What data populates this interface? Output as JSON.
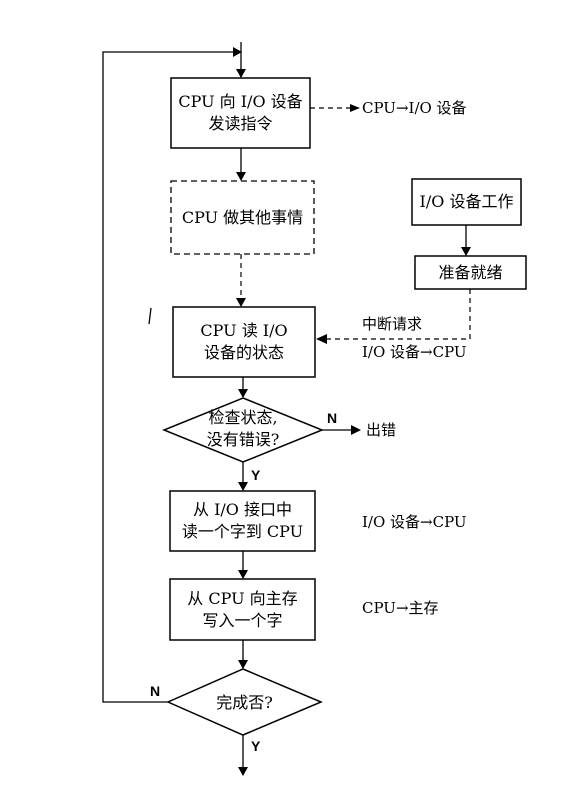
{
  "nodes": {
    "send_read": [
      "CPU 向 I/O 设备",
      "发读指令"
    ],
    "cpu_other": [
      "CPU 做其他事情"
    ],
    "read_status": [
      "CPU 读 I/O",
      "设备的状态"
    ],
    "check_status": [
      "检查状态,",
      "没有错误?"
    ],
    "read_word": [
      "从 I/O 接口中",
      "读一个字到 CPU"
    ],
    "write_word": [
      "从 CPU 向主存",
      "写入一个字"
    ],
    "done": [
      "完成否?"
    ],
    "io_work": [
      "I/O 设备工作"
    ],
    "ready": [
      "准备就绪"
    ]
  },
  "annotations": {
    "cpu_to_io": "CPU→I/O 设备",
    "interrupt_request": "中断请求",
    "io_to_cpu_interrupt": "I/O 设备→CPU",
    "error": "出错",
    "io_to_cpu_read": "I/O 设备→CPU",
    "cpu_to_memory": "CPU→主存"
  },
  "branch_labels": {
    "check_no": "N",
    "check_yes": "Y",
    "done_no": "N",
    "done_yes": "Y"
  }
}
